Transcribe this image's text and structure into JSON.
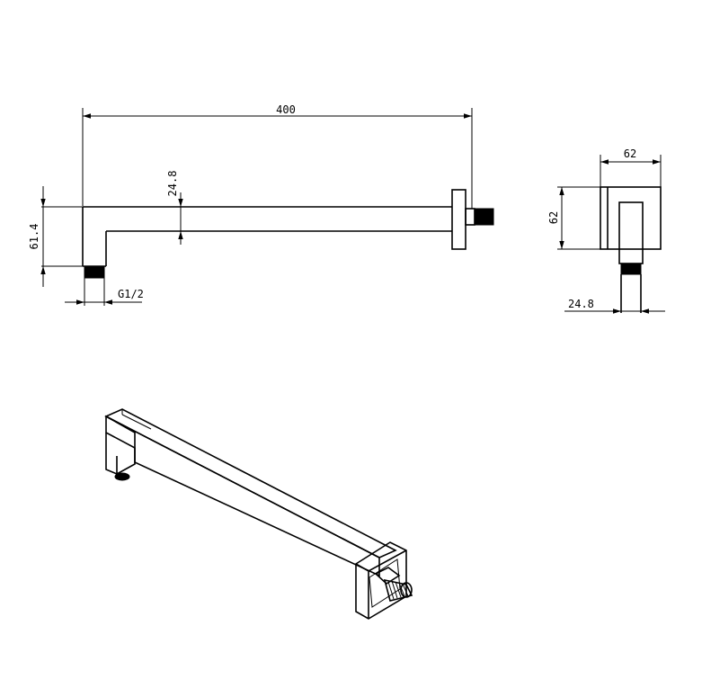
{
  "dimensions": {
    "length": "400",
    "height": "61.4",
    "arm_thickness": "24.8",
    "thread": "G1/2",
    "flange_width": "62",
    "flange_height": "62",
    "side_arm_width": "24.8"
  },
  "colors": {
    "line": "#000000",
    "background": "#ffffff"
  }
}
